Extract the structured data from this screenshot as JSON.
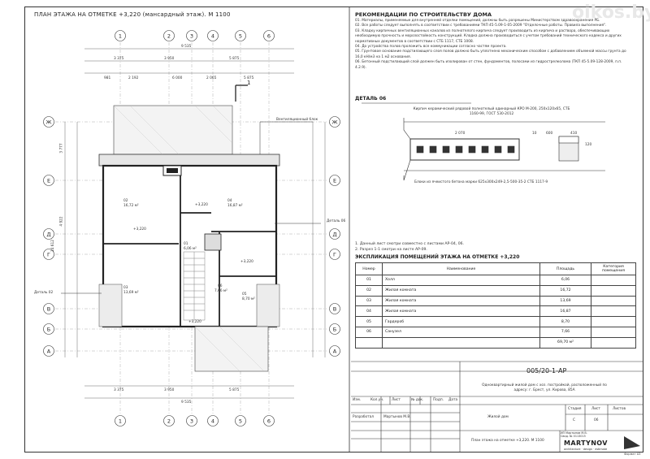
{
  "watermark": "oikos.by",
  "plan": {
    "title": "ПЛАН ЭТАЖА НА ОТМЕТКЕ +3,220 (мансардный этаж). М 1100",
    "axes_vertical": [
      "1",
      "2",
      "3",
      "4",
      "5",
      "6"
    ],
    "axes_horizontal": [
      "Ж",
      "Е",
      "Д",
      "Г",
      "В",
      "Б",
      "А"
    ],
    "dims_top_total": "9 535",
    "dims_top_row1": [
      "3 375",
      "3 950",
      "5 875"
    ],
    "dims_top_row2": [
      "981",
      "2 192",
      "6 000",
      "2 065",
      "5 875"
    ],
    "dims_bottom_total": "9 535",
    "dims_bottom_row1": [
      "3 375",
      "3 950",
      "5 875"
    ],
    "dims_left": [
      "3 777",
      "4 922",
      "14 612"
    ],
    "leader_chimney": "Вентиляционный блок",
    "leader_detail06": "Деталь 06",
    "leader_detail02": "Деталь 02",
    "section_mark": "1",
    "rooms": [
      {
        "num": "02",
        "area": "16,72 м²"
      },
      {
        "num": "04",
        "area": "16,87 м²"
      },
      {
        "num": "03",
        "area": "13,69 м²"
      },
      {
        "num": "05",
        "area": "8,70 м²"
      },
      {
        "num": "06",
        "area": "7,66 м²"
      },
      {
        "num": "01",
        "area": "6,06 м²"
      }
    ],
    "level_marks": [
      "+3,220",
      "+3,220",
      "+3,220",
      "+3,220"
    ]
  },
  "recommendations": {
    "title": "РЕКОМЕНДАЦИИ ПО СТРОИТЕЛЬСТВУ ДОМА",
    "items": [
      "01. Материалы, применяемые для внутренней отделки помещений, должны быть разрешены Министерством здравоохранения РБ.",
      "02. Все работы следует выполнять в соответствии с требованиями ТКП 45-5.09-1-05-2009 \"Отделочные работы. Правила выполнения\".",
      "03. Кладку кирпичных вентиляционных каналов из полнотелого кирпича следует производить из кирпича и раствора, обеспечивающих необходимую прочность и морозостойкость конструкций. Кладка должна производиться с учетом требований технического кодекса и других нормативных документов в соответствии с СТБ 1117, СТБ 1008.",
      "04. До устройства полов проложить все коммуникации согласно частям проекта.",
      "05. Грунтовое основание подстилающего слоя полов должно быть уплотнено механическим способом с добавлением объемной массы грунта до 16,0 кН/м3 на 1 м2 основания.",
      "06. Бетонный подстилающий слой должен быть изолирован от стен, фундаментов, полосами из гидрострелколома (ТКП 45-5.09-128-2009, п.п. 4.2.9)."
    ]
  },
  "detail": {
    "title": "ДЕТАЛЬ 06",
    "callout_top": "Кирпич керамический рядовой полнотелый одинарный КРО М-200, 250х120х65, СТБ 1160-99, ГОСТ 530-2012",
    "callout_bottom": "Блоки из ячеистого бетона марки 625х300х249-2,5-500-35-2 СТБ 1117-9",
    "dims": [
      "2 070",
      "10",
      "600",
      "410",
      "120"
    ]
  },
  "notes": [
    "1. Данный лист смотри совместно с листами АР-04, 06.",
    "2. Разрез 1-1 смотри на листе АР-09."
  ],
  "explication": {
    "title": "ЭКСПЛИКАЦИЯ ПОМЕЩЕНИЙ ЭТАЖА НА ОТМЕТКЕ +3,220",
    "headers": [
      "Номер",
      "Наименование",
      "Площадь",
      "Категория помещения"
    ],
    "rows": [
      {
        "num": "01",
        "name": "Холл",
        "area": "6,06"
      },
      {
        "num": "02",
        "name": "Жилая комната",
        "area": "16,72"
      },
      {
        "num": "03",
        "name": "Жилая комната",
        "area": "13,69"
      },
      {
        "num": "04",
        "name": "Жилая комната",
        "area": "16,87"
      },
      {
        "num": "05",
        "name": "Гардероб",
        "area": "8,70"
      },
      {
        "num": "06",
        "name": "Санузел",
        "area": "7,66"
      }
    ],
    "total": "69,70 м²"
  },
  "stamp": {
    "code": "005/20-1-АР",
    "description": "Одноквартирный жилой дом с хоз. постройкой, расположенный по адресу: г. Брест, ул. Кирова, 85А",
    "header_labels": [
      "Изм.",
      "Кол.уч.",
      "Лист",
      "№ док.",
      "Подп.",
      "Дата"
    ],
    "role": "Разработал",
    "author": "Мартынов М.В.",
    "object_name": "Жилой дом",
    "stage_labels": [
      "Стадия",
      "Лист",
      "Листов"
    ],
    "stage_values": [
      "С",
      "06",
      ""
    ],
    "sheet_name": "План этажа на отметке +3,220. М 1100",
    "company_line1": "ИП Мартынов М.В.",
    "company_line2": "Свид. № 0113015",
    "company": "MARTYNOV",
    "company_tag": "architecture · design · estimate",
    "format": "Формат А3"
  }
}
